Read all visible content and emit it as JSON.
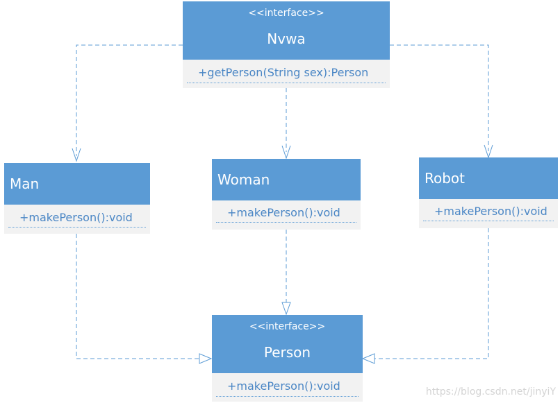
{
  "nvwa": {
    "stereotype": "<<interface>>",
    "name": "Nvwa",
    "method": "+getPerson(String sex):Person"
  },
  "man": {
    "name": "Man",
    "method": "+makePerson():void"
  },
  "woman": {
    "name": "Woman",
    "method": "+makePerson():void"
  },
  "robot": {
    "name": "Robot",
    "method": "+makePerson():void"
  },
  "person": {
    "stereotype": "<<interface>>",
    "name": "Person",
    "method": "+makePerson():void"
  },
  "watermark": "https://blog.csdn.net/jinyiY",
  "colors": {
    "class_header": "#5b9bd5",
    "class_body": "#f2f2f2",
    "connector": "#5b9bd5",
    "method_text": "#4a86c5"
  }
}
